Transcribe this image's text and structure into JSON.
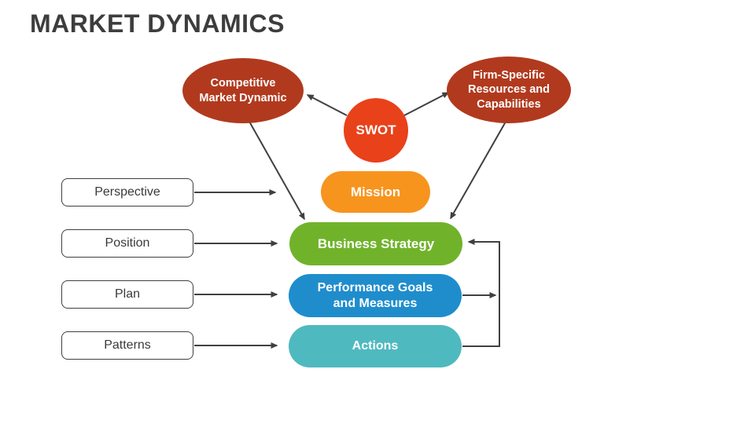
{
  "slide": {
    "title": "MARKET DYNAMICS"
  },
  "nodes": {
    "competitive": {
      "label": "Competitive Market Dynamic"
    },
    "firm_specific": {
      "label": "Firm-Specific Resources and Capabilities"
    },
    "swot": {
      "label": "SWOT"
    },
    "mission": {
      "label": "Mission"
    },
    "business_strategy": {
      "label": "Business Strategy"
    },
    "performance_goals": {
      "label": "Performance Goals and Measures"
    },
    "actions": {
      "label": "Actions"
    }
  },
  "side_labels": [
    {
      "label": "Perspective"
    },
    {
      "label": "Position"
    },
    {
      "label": "Plan"
    },
    {
      "label": "Patterns"
    }
  ],
  "connections": [
    "SWOT -> Competitive Market Dynamic",
    "SWOT -> Firm-Specific Resources and Capabilities",
    "Competitive Market Dynamic -> Business Strategy",
    "Firm-Specific Resources and Capabilities -> Business Strategy",
    "Perspective -> Mission level",
    "Position -> Business Strategy",
    "Plan -> Performance Goals and Measures",
    "Patterns -> Actions",
    "Actions -> Business Strategy (feedback elbow)",
    "Performance Goals and Measures -> feedback line"
  ],
  "colors": {
    "title_text": "#3d3d3d",
    "dark_red": "#b13a1e",
    "red_orange": "#e9411a",
    "orange": "#f7941e",
    "green": "#70b32b",
    "blue": "#1f8dcc",
    "teal": "#4fb9c0",
    "connector": "#404040",
    "box_border": "#3f3f3f"
  }
}
